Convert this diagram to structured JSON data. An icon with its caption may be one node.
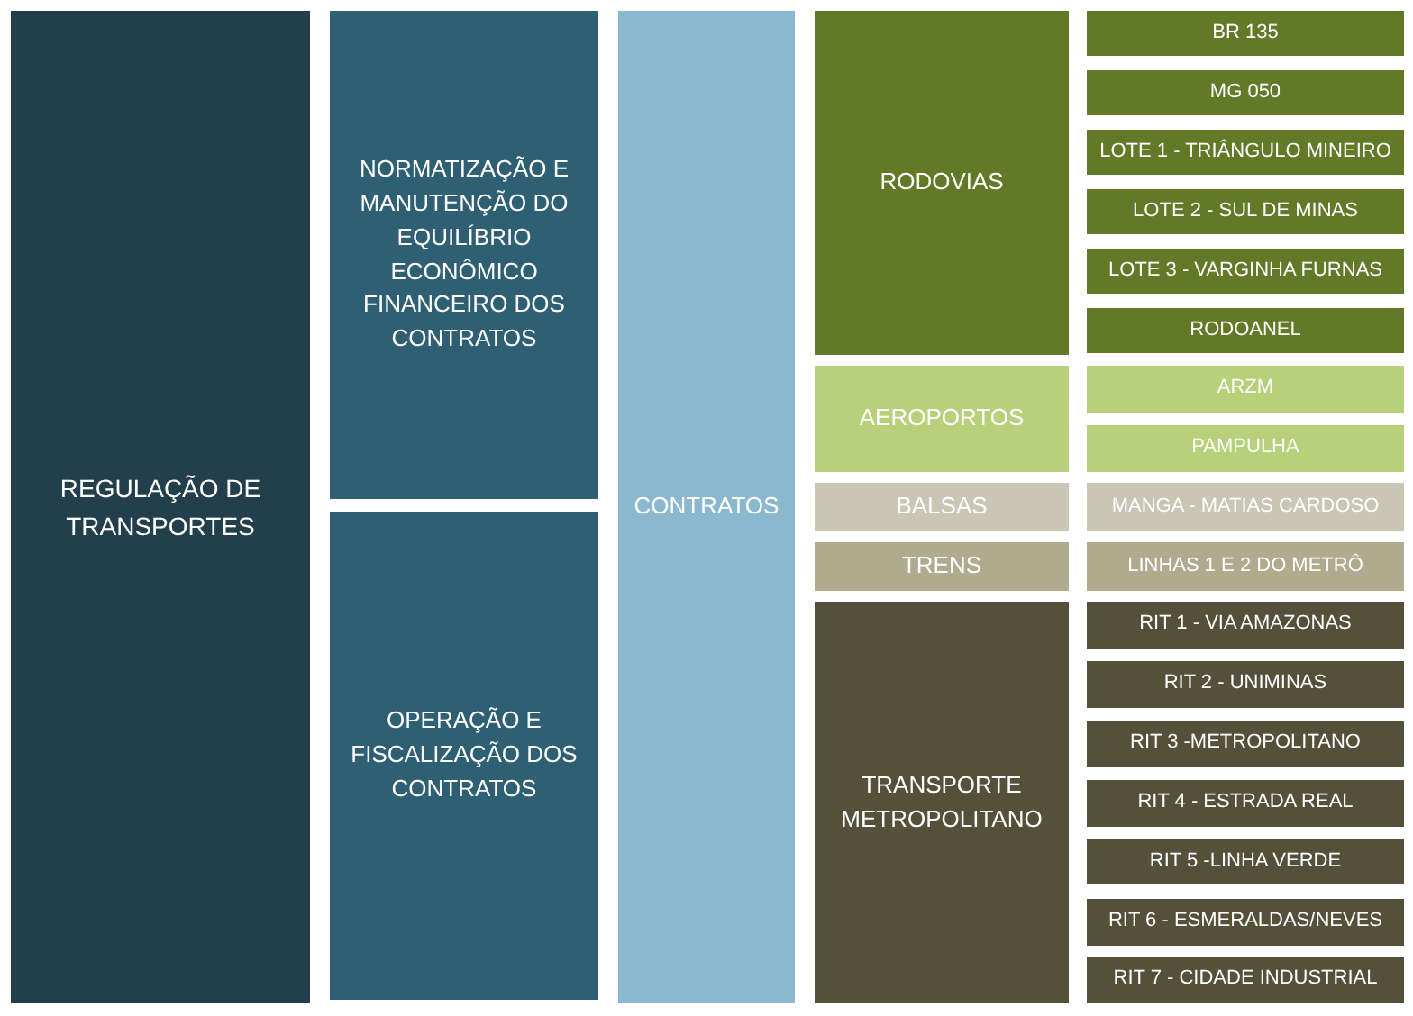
{
  "diagram": {
    "nodes": [
      {
        "text": [
          "REGULAÇÃO DE TRANSPORTES"
        ]
      },
      {
        "text": [
          "NORMATIZAÇÃO E MANUTENÇÃO DO EQUILÍBRIO ECONÔMICO FINANCEIRO DOS CONTRATOS"
        ]
      },
      {
        "text": [
          "OPERAÇÃO E FISCALIZAÇÃO DOS CONTRATOS"
        ]
      },
      {
        "text": [
          "CONTRATOS"
        ]
      },
      {
        "text": [
          "RODOVIAS"
        ]
      },
      {
        "text": [
          "AEROPORTOS"
        ]
      },
      {
        "text": [
          "BALSAS"
        ]
      },
      {
        "text": [
          "TRENS"
        ]
      },
      {
        "text": [
          "TRANSPORTE METROPOLITANO"
        ]
      },
      {
        "text": [
          "BR 135"
        ]
      },
      {
        "text": [
          "MG 050"
        ]
      },
      {
        "text": [
          "LOTE 1 - TRIÂNGULO MINEIRO"
        ]
      },
      {
        "text": [
          "LOTE 2 - SUL DE MINAS"
        ]
      },
      {
        "text": [
          "LOTE 3 - VARGINHA FURNAS"
        ]
      },
      {
        "text": [
          "RODOANEL"
        ]
      },
      {
        "text": [
          "ARZM"
        ]
      },
      {
        "text": [
          "PAMPULHA"
        ]
      },
      {
        "text": [
          "MANGA - MATIAS CARDOSO"
        ]
      },
      {
        "text": [
          "LINHAS 1 E 2 DO METRÔ"
        ]
      },
      {
        "text": [
          "RIT 1 - VIA AMAZONAS"
        ]
      },
      {
        "text": [
          "RIT 2 - UNIMINAS"
        ]
      },
      {
        "text": [
          "RIT 3 -METROPOLITANO"
        ]
      },
      {
        "text": [
          "RIT 4 - ESTRADA REAL"
        ]
      },
      {
        "text": [
          "RIT 5 -LINHA VERDE"
        ]
      },
      {
        "text": [
          "RIT 6 - ESMERALDAS/NEVES"
        ]
      },
      {
        "text": [
          "RIT 7 - CIDADE INDUSTRIAL"
        ]
      }
    ]
  }
}
